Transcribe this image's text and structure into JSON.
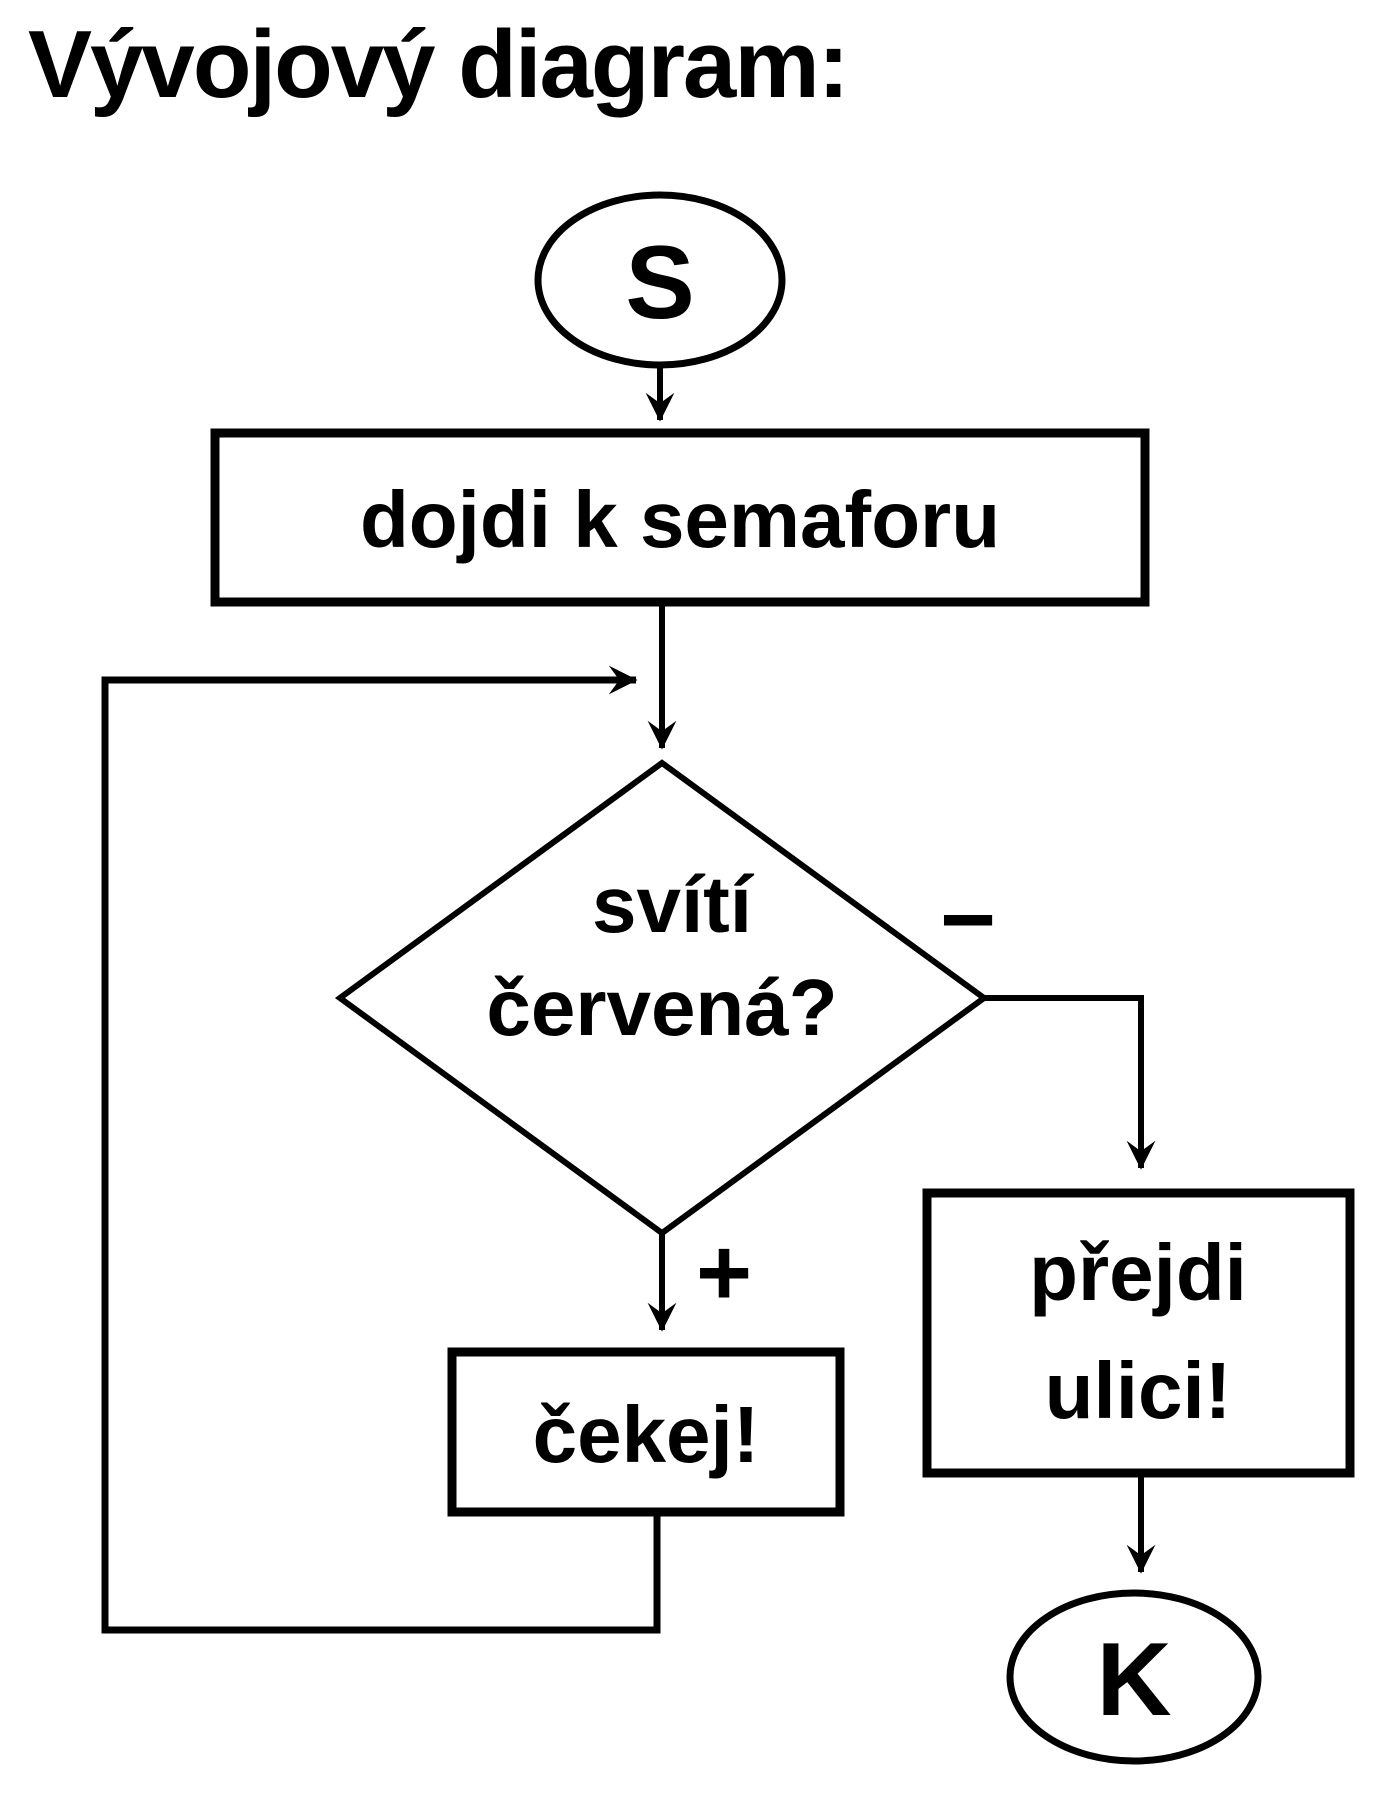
{
  "title": "Vývojový diagram:",
  "colors": {
    "ink": "#000000",
    "background": "#ffffff"
  },
  "flowchart": {
    "start_terminal": {
      "label": "S"
    },
    "process_walk": {
      "label": "dojdi k semaforu"
    },
    "decision_red_light": {
      "line1": "svítí",
      "line2": "červená?"
    },
    "branch_true": {
      "label": "+"
    },
    "branch_false": {
      "label": "−"
    },
    "process_wait": {
      "label": "čekej!"
    },
    "process_cross": {
      "line1": "přejdi",
      "line2": "ulici!"
    },
    "end_terminal": {
      "label": "K"
    }
  }
}
